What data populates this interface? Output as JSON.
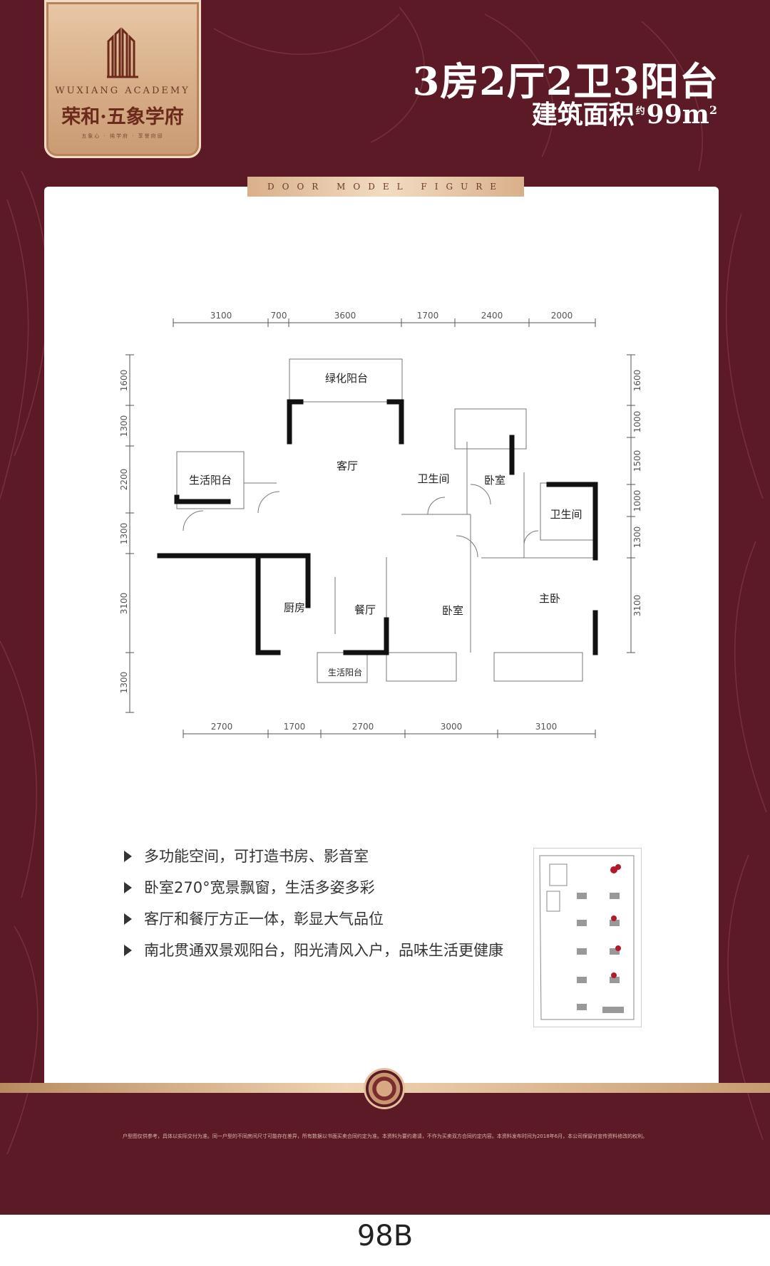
{
  "brand": {
    "en_name": "WUXIANG ACADEMY",
    "cn_name": "荣和·五象学府",
    "tagline": "五象心 · 纯学府 · 享誉府邸"
  },
  "header": {
    "title": "3房2厅2卫3阳台",
    "area_label": "建筑面积",
    "area_approx": "约",
    "area_value": "99m",
    "area_unit_sup": "2"
  },
  "ribbon_label": "DOOR MODEL FIGURE",
  "floorplan": {
    "top_dims": [
      "3100",
      "700",
      "3600",
      "1700",
      "2400",
      "2000"
    ],
    "bottom_dims": [
      "2700",
      "1700",
      "2700",
      "3000",
      "3100"
    ],
    "left_dims": [
      "1600",
      "1300",
      "2200",
      "1300",
      "3100",
      "1300"
    ],
    "right_dims": [
      "1600",
      "1000",
      "1500",
      "1000",
      "1300",
      "3100"
    ],
    "rooms": {
      "green_balcony": "绿化阳台",
      "living_balcony_left": "生活阳台",
      "living_room": "客厅",
      "bathroom_1": "卫生间",
      "bedroom_1": "卧室",
      "bathroom_2": "卫生间",
      "kitchen": "厨房",
      "dining_room": "餐厅",
      "bedroom_2": "卧室",
      "master_bedroom": "主卧",
      "living_balcony_bottom": "生活阳台"
    }
  },
  "features": [
    "多功能空间，可打造书房、影音室",
    "卧室270°宽景飘窗，生活多姿多彩",
    "客厅和餐厅方正一体，彰显大气品位",
    "南北贯通双景观阳台，阳光清风入户，品味生活更健康"
  ],
  "disclaimer": "户型图仅供参考，具体以实际交付为准。同一户型的不同房间尺寸可能存在差异，所有数据以书面买卖合同约定为准。本资料为要约邀请，不作为买卖双方合同约定内容。本资料发布时间为2018年6月，本公司保留对宣传资料修改的权利。",
  "plan_code": "98B",
  "colors": {
    "background": "#5c1a26",
    "gold": "#d7ad87",
    "card": "#ffffff"
  }
}
